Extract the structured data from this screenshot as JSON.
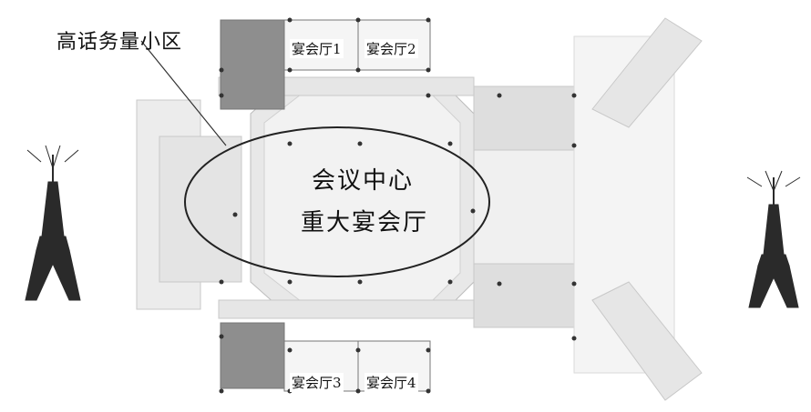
{
  "callout": {
    "label": "高话务量小区"
  },
  "halls": [
    {
      "label": "宴会厅1"
    },
    {
      "label": "宴会厅2"
    },
    {
      "label": "宴会厅3"
    },
    {
      "label": "宴会厅4"
    }
  ],
  "center": {
    "line1": "会议中心",
    "line2": "重大宴会厅"
  },
  "colors": {
    "floor_light": "#eeeeee",
    "floor_mid": "#dcdcdc",
    "room_dark": "#8e8e8e",
    "line": "#555555",
    "tower": "#222222"
  },
  "icons": {
    "left_tower": "transmission-tower-icon",
    "right_tower": "transmission-tower-icon"
  }
}
